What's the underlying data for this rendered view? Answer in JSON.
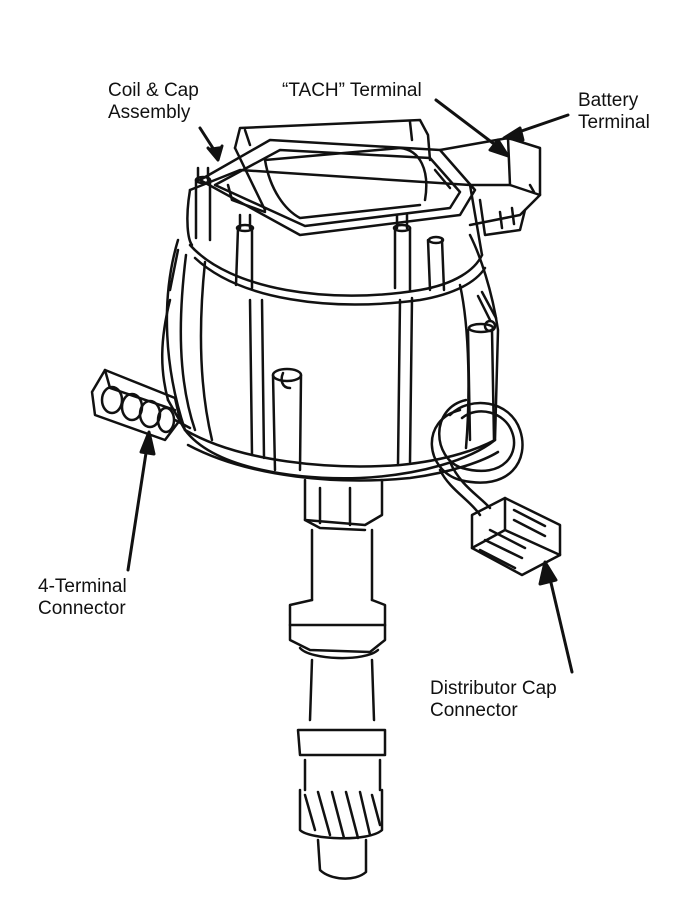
{
  "colors": {
    "ink": "#111111",
    "paper": "#ffffff"
  },
  "labels": {
    "coil_cap": {
      "line1": "Coil & Cap",
      "line2": "Assembly"
    },
    "tach": {
      "line1": "“TACH” Terminal"
    },
    "battery": {
      "line1": "Battery",
      "line2": "Terminal"
    },
    "four_terminal": {
      "line1": "4-Terminal",
      "line2": "Connector"
    },
    "dist_cap_conn": {
      "line1": "Distributor Cap",
      "line2": "Connector"
    }
  }
}
